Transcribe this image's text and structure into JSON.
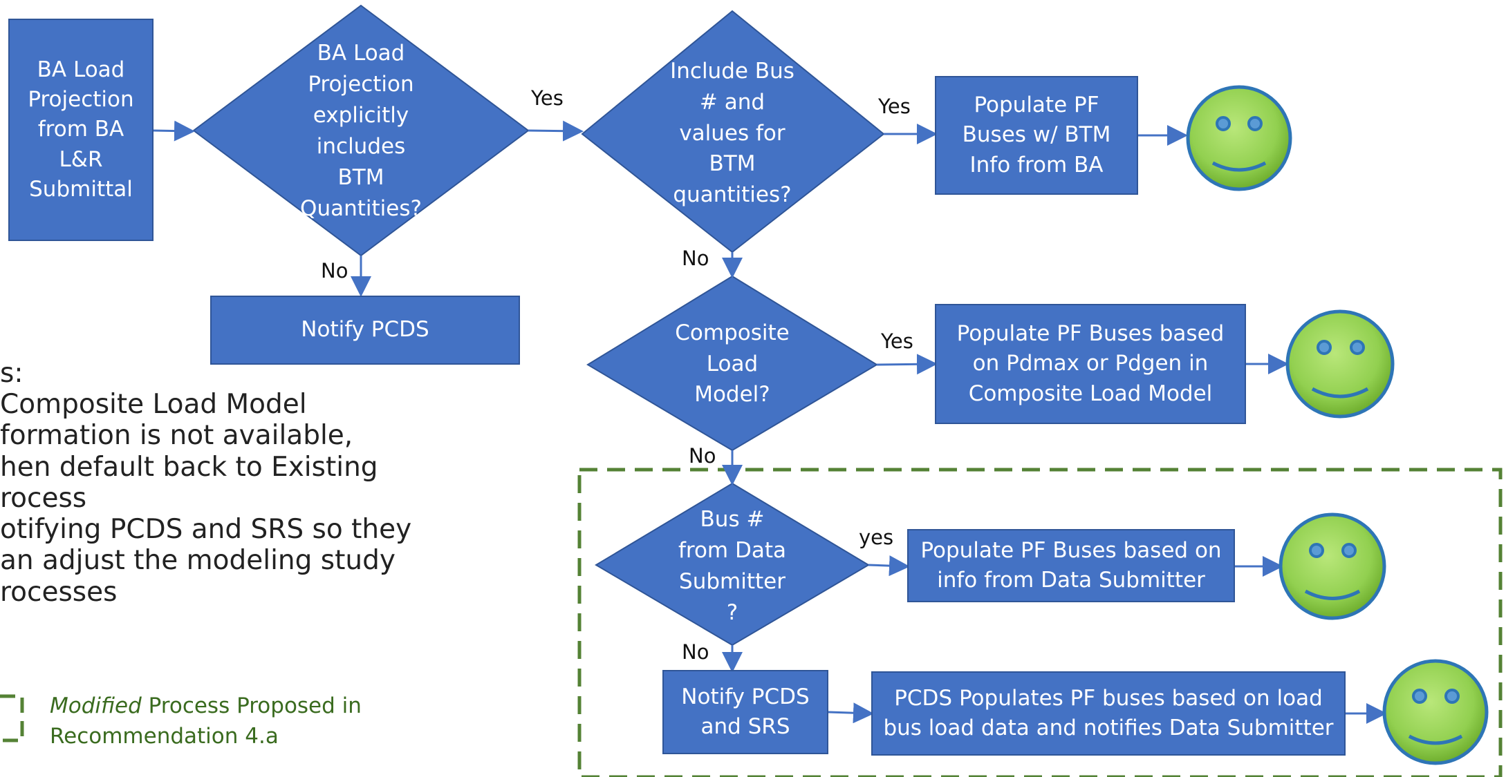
{
  "colors": {
    "shape_fill": "#4472c4",
    "shape_border": "#2f5597",
    "connector": "#4472c4",
    "highlight_dashed": "#548235",
    "legend_text": "#3a6b1f",
    "smiley_face": "#92d050"
  },
  "nodes": {
    "ba_projection": "BA Load\nProjection\nfrom BA\nL&R\nSubmittal",
    "btm_explicit": "BA Load\nProjection\nexplicitly\nincludes\nBTM\nQuantities?",
    "notify_pcds": "Notify PCDS",
    "include_bus": "Include Bus\n# and\nvalues for\nBTM\nquantities?",
    "populate_btm": "Populate PF\nBuses w/ BTM\nInfo from BA",
    "composite_model": "Composite\nLoad\nModel?",
    "populate_composite": "Populate PF Buses based\non Pdmax or Pdgen in\nComposite Load Model",
    "bus_from_submitter": "Bus #\nfrom Data\nSubmitter\n?",
    "populate_submitter": "Populate PF Buses based on\ninfo from Data Submitter",
    "notify_pcds_srs": "Notify PCDS\nand SRS",
    "pcds_populates": "PCDS Populates PF buses based on load\nbus load data and notifies Data Submitter"
  },
  "edges": {
    "yes_1": "Yes",
    "no_1": "No",
    "yes_2": "Yes",
    "no_2": "No",
    "yes_3": "Yes",
    "no_3": "No",
    "yes_4": "yes",
    "no_4": "No"
  },
  "notes": "s:\n Composite Load Model\nformation is not available,\nhen default back to Existing\nrocess\notifying PCDS and SRS so they\nan adjust the modeling study\nrocesses",
  "legend": {
    "emphasis": "Modified",
    "rest": " Process Proposed in",
    "line2": "Recommendation 4.a"
  },
  "icons": [
    "smiley-icon",
    "smiley-icon",
    "smiley-icon",
    "smiley-icon"
  ]
}
